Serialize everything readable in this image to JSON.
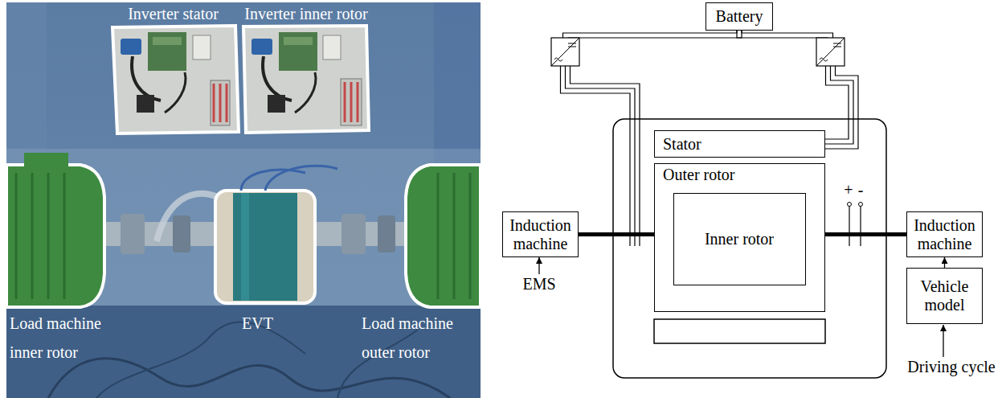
{
  "diagram": {
    "nodes": [
      {
        "text": [
          "Battery"
        ]
      },
      {
        "text": [
          "Stator"
        ]
      },
      {
        "text": [
          "Outer rotor"
        ]
      },
      {
        "text": [
          "Inner rotor"
        ],
        "in": 2
      },
      {
        "text": [
          "Induction machine"
        ]
      },
      {
        "text": [
          "Induction machine"
        ]
      },
      {
        "text": [
          "Vehicle model"
        ]
      }
    ],
    "edges": [
      {
        "from": 0,
        "to": 1,
        "arrow": "none"
      },
      {
        "from": 0,
        "to": 3,
        "arrow": "none"
      },
      {
        "from": 4,
        "to": 3,
        "arrow": "none"
      },
      {
        "from": 2,
        "to": 5,
        "arrow": "none"
      },
      {
        "from": 6,
        "to": 5,
        "arrow": "to"
      }
    ],
    "labels": [
      "Inverter stator",
      "Inverter inner rotor",
      "Load machine inner rotor",
      "EVT",
      "Load machine outer rotor",
      "EMS",
      "+",
      "-",
      "Driving cycle"
    ]
  }
}
